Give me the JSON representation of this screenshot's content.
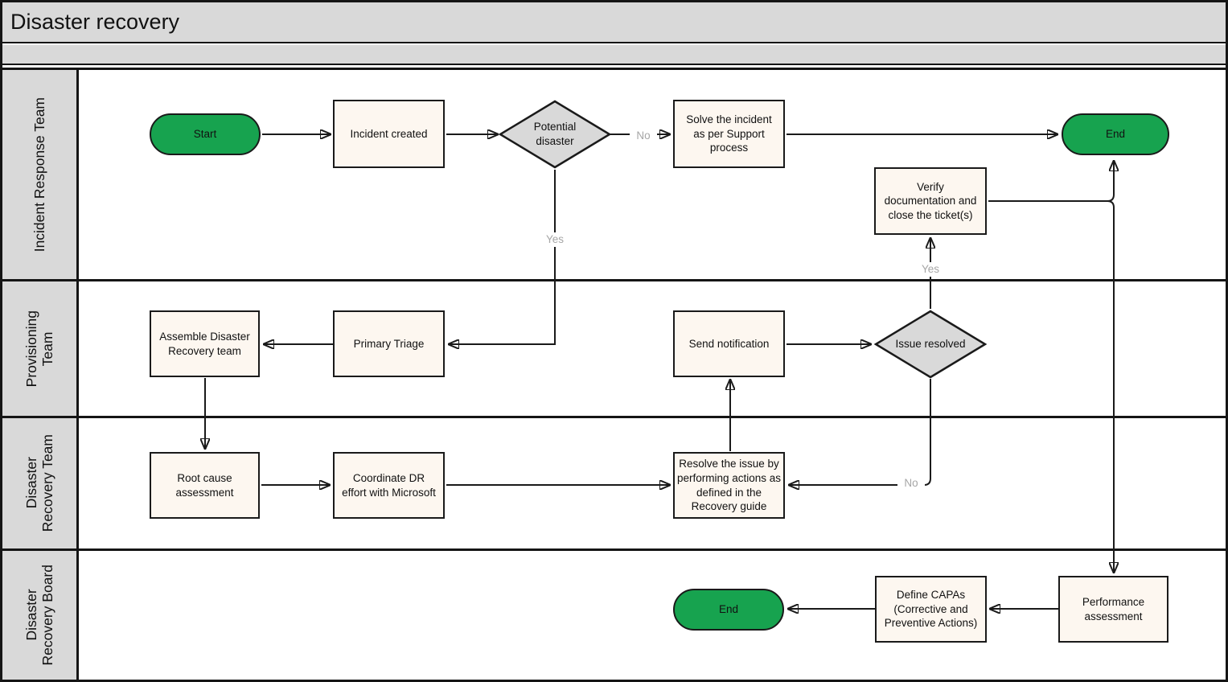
{
  "title": "Disaster recovery",
  "colors": {
    "terminator_green": "#17A34F",
    "process_fill": "#FDF7F0",
    "decision_fill": "#D9D9D9",
    "lane_header_fill": "#D9D9D9",
    "edge_label_gray": "#A6A6A6",
    "line_black": "#1a1a1a"
  },
  "lanes": [
    {
      "label": "Incident Response Team"
    },
    {
      "label": "Provisioning\nTeam"
    },
    {
      "label": "Disaster\nRecovery Team"
    },
    {
      "label": "Disaster\nRecovery Board"
    }
  ],
  "nodes": {
    "start": "Start",
    "incident_created": "Incident created",
    "potential_disaster": "Potential disaster",
    "solve_incident": "Solve the incident as per Support process",
    "end_top": "End",
    "verify_documentation": "Verify documentation and close the ticket(s)",
    "assemble_team": "Assemble Disaster Recovery team",
    "primary_triage": "Primary Triage",
    "send_notification": "Send notification",
    "issue_resolved": "Issue resolved",
    "root_cause": "Root cause assessment",
    "coordinate_dr": "Coordinate DR effort with Microsoft",
    "resolve_issue": "Resolve the issue by performing actions as defined in the Recovery guide",
    "performance_assessment": "Performance assessment",
    "define_capas": "Define CAPAs (Corrective and Preventive Actions)",
    "end_bottom": "End"
  },
  "edge_labels": {
    "no_top": "No",
    "yes_top": "Yes",
    "yes_mid": "Yes",
    "no_mid": "No"
  }
}
